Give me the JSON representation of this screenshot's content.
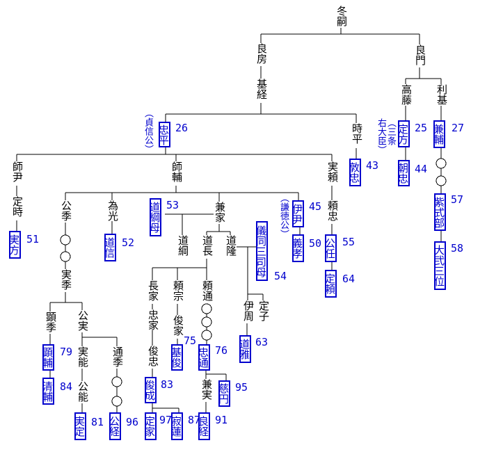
{
  "chart_type": "family-tree-diagram",
  "generation_marker_symbol": "○",
  "colors": {
    "poet_link_blue": "#0000cd",
    "line_black": "#000000",
    "background": "#ffffff"
  },
  "people": {
    "fuyutsugu": {
      "name": "冬嗣"
    },
    "yoshifusa": {
      "name": "良房"
    },
    "mototsune": {
      "name": "基経"
    },
    "yoshikado": {
      "name": "良門"
    },
    "takafuji": {
      "name": "高藤"
    },
    "toshimoto": {
      "name": "利基"
    },
    "tokihira": {
      "name": "時平"
    },
    "tadahira": {
      "name": "忠平",
      "number": "26",
      "annotation": "（貞信公）"
    },
    "sadakata": {
      "name": "定方",
      "number": "25",
      "annotation": "（三条右大臣）"
    },
    "kanesuke": {
      "name": "兼輔",
      "number": "27",
      "skipped_generations": 2
    },
    "atsutada": {
      "name": "敦忠",
      "number": "43"
    },
    "asatada": {
      "name": "朝忠",
      "number": "44"
    },
    "murasakishikibu": {
      "name": "紫式部",
      "number": "57"
    },
    "daini_no_sanmi": {
      "name": "大弐三位",
      "number": "58"
    },
    "morotada": {
      "name": "師尹"
    },
    "morosuke": {
      "name": "師輔"
    },
    "saneyori": {
      "name": "実頼"
    },
    "sadatoki": {
      "name": "定時"
    },
    "sanekata": {
      "name": "実方",
      "number": "51"
    },
    "kinsue": {
      "name": "公季",
      "skipped_generations": 2
    },
    "tamemitsu": {
      "name": "為光"
    },
    "michinobu": {
      "name": "道信",
      "number": "52"
    },
    "michitsuna_haha": {
      "name": "道綱母",
      "number": "53"
    },
    "kaneie": {
      "name": "兼家"
    },
    "koretada": {
      "name": "伊尹",
      "number": "45",
      "annotation": "（謙徳公）"
    },
    "yoshitaka": {
      "name": "義孝",
      "number": "50"
    },
    "yoritada": {
      "name": "頼忠"
    },
    "kinto": {
      "name": "公任",
      "number": "55"
    },
    "sadayori": {
      "name": "定頼",
      "number": "64"
    },
    "gidosanshi_haha": {
      "name": "儀同三司母",
      "number": "54"
    },
    "michitsuna": {
      "name": "道綱"
    },
    "michinaga": {
      "name": "道長"
    },
    "michitaka": {
      "name": "道隆"
    },
    "korechika": {
      "name": "伊周"
    },
    "teishi": {
      "name": "定子"
    },
    "michimasa": {
      "name": "道雅",
      "number": "63"
    },
    "sanesue": {
      "name": "実季"
    },
    "akisue": {
      "name": "顕季"
    },
    "kinzane": {
      "name": "公実"
    },
    "akisuke": {
      "name": "顕輔",
      "number": "79"
    },
    "kiyosuke": {
      "name": "清輔",
      "number": "84"
    },
    "saneyoshi": {
      "name": "実能"
    },
    "michisue": {
      "name": "通季",
      "skipped_generations": 2
    },
    "kinyoshi": {
      "name": "公能"
    },
    "sanesada": {
      "name": "実定",
      "number": "81"
    },
    "kintsune": {
      "name": "公経",
      "number": "96"
    },
    "nagaie": {
      "name": "長家"
    },
    "tadaie": {
      "name": "忠家"
    },
    "toshitada": {
      "name": "俊忠"
    },
    "shunzei": {
      "name": "俊成",
      "number": "83"
    },
    "teika": {
      "name": "定家",
      "number": "97"
    },
    "jakuren": {
      "name": "寂蓮",
      "number": "87"
    },
    "yorimune": {
      "name": "頼宗"
    },
    "toshiie": {
      "name": "俊家"
    },
    "mototoshi": {
      "name": "基俊",
      "number": "75"
    },
    "yorimichi": {
      "name": "頼通",
      "skipped_generations": 3
    },
    "tadamichi": {
      "name": "忠通",
      "number": "76"
    },
    "kanezane": {
      "name": "兼実"
    },
    "jien": {
      "name": "慈円",
      "number": "95"
    },
    "yoshitsune": {
      "name": "良経",
      "number": "91"
    }
  }
}
